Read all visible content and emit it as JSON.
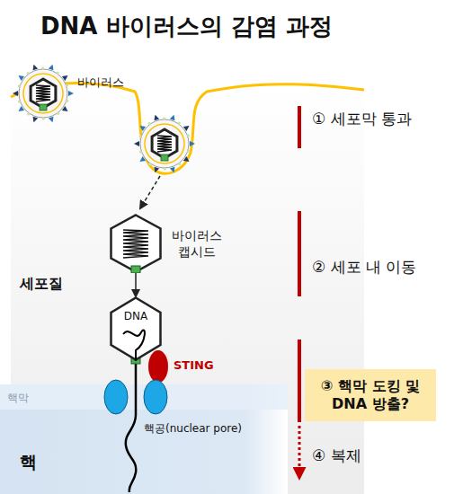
{
  "diagram": {
    "title": "DNA 바이러스의 감염 과정",
    "nodes": [
      {
        "text": [
          "바이러스 캡시드"
        ]
      },
      {
        "text": [
          "DNA"
        ]
      },
      {
        "text": [
          "③ 핵막 도킹 및 DNA 방출?"
        ]
      }
    ],
    "edges": [
      {
        "from": 0,
        "to": 1,
        "arrow": "to"
      }
    ],
    "labels": [
      "바이러스",
      "세포질",
      "STING",
      "핵막",
      "핵공(nuclear pore)",
      "핵",
      "① 세포막 통과",
      "② 세포 내 이동",
      "④ 복제"
    ]
  }
}
